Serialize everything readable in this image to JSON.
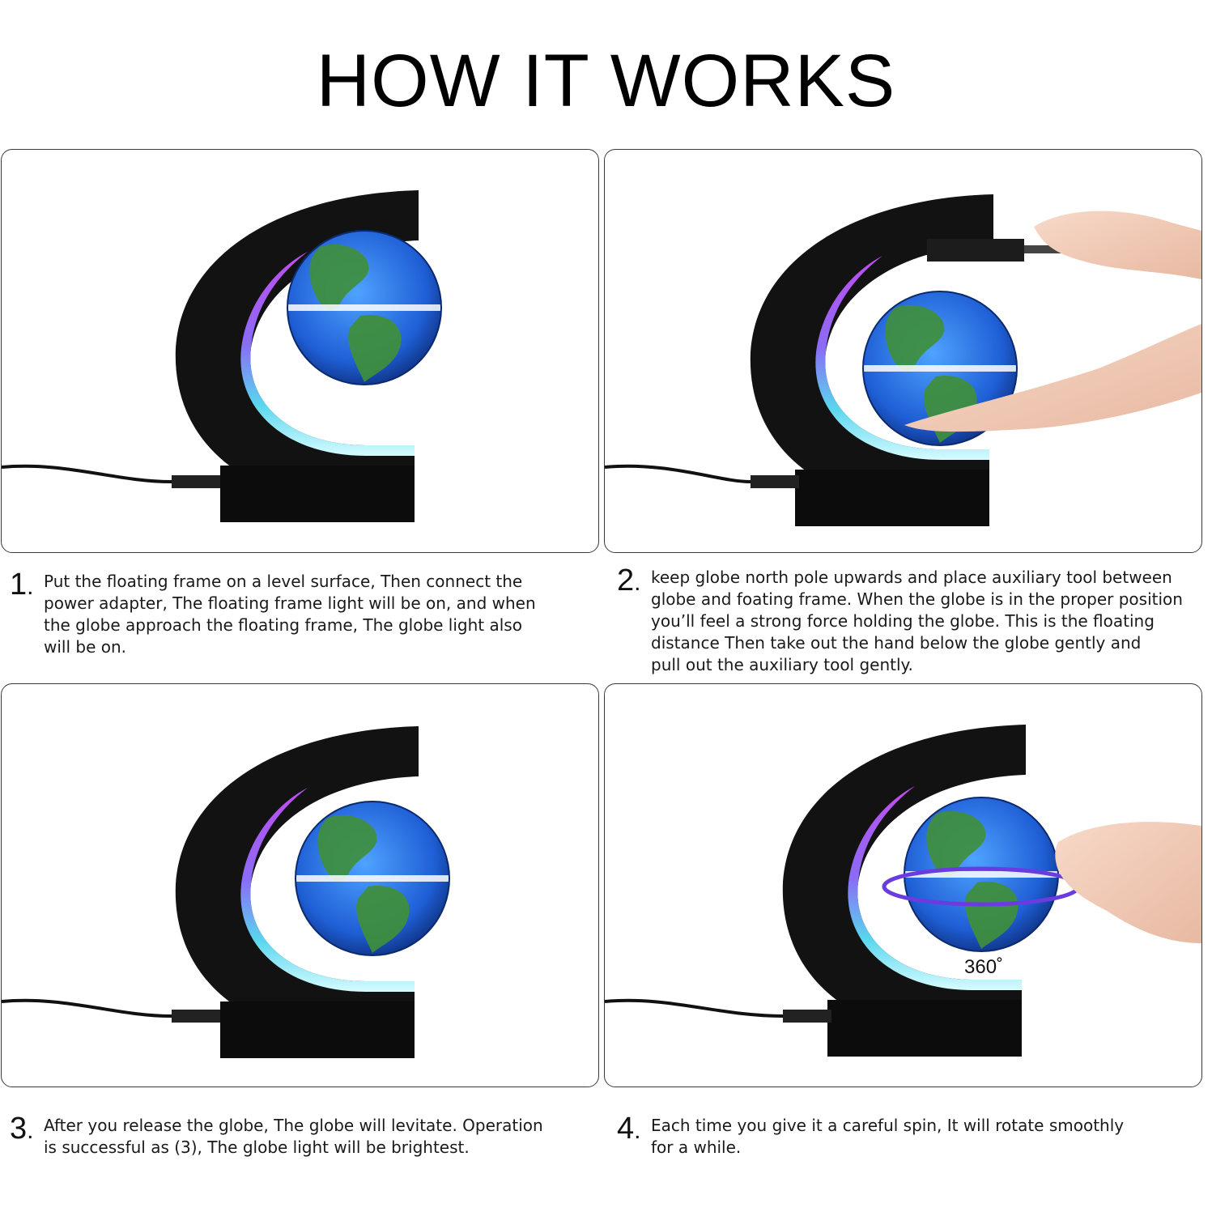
{
  "title": "HOW IT WORKS",
  "steps": [
    {
      "number": "1",
      "text": "Put the floating frame on a level surface, Then connect the\npower adapter, The floating frame light will be on, and when\nthe globe approach the floating frame, The globe light also\nwill be on."
    },
    {
      "number": "2",
      "text": "keep globe north pole upwards and place auxiliary tool between\nglobe and foating frame. When the globe is in the proper position\nyou’ll feel a strong force holding the globe. This is the floating\ndistance Then take out the hand below the globe gently and\npull out the auxiliary tool gently."
    },
    {
      "number": "3",
      "text": "After you release the globe, The globe will levitate. Operation\nis successful as (3), The globe light will be brightest."
    },
    {
      "number": "4",
      "text": "Each time you give it a careful spin, It will rotate smoothly\nfor a while."
    }
  ],
  "rotation_label": "360˚",
  "colors": {
    "frame": "#111111",
    "glow_top": "#c04cf0",
    "glow_bottom": "#7fe9f2",
    "ocean": "#1f5fd6",
    "land": "#3f8f3a",
    "spin_ring": "#6a3ce0"
  }
}
